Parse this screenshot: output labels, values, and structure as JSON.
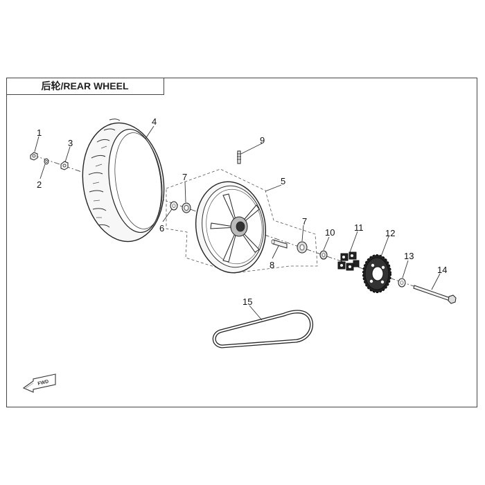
{
  "title": "后轮/REAR WHEEL",
  "fwd_label": "FWD",
  "colors": {
    "line": "#333333",
    "frame": "#444444",
    "part_fill": "#f2f2f2",
    "dark": "#222222"
  },
  "callouts": [
    {
      "id": "1",
      "part": "nut"
    },
    {
      "id": "2",
      "part": "washer"
    },
    {
      "id": "3",
      "part": "nut"
    },
    {
      "id": "4",
      "part": "tire"
    },
    {
      "id": "5",
      "part": "rim-assembly"
    },
    {
      "id": "6",
      "part": "spacer"
    },
    {
      "id": "7",
      "part": "bearing"
    },
    {
      "id": "7",
      "part": "bearing"
    },
    {
      "id": "8",
      "part": "axle-sleeve"
    },
    {
      "id": "9",
      "part": "valve"
    },
    {
      "id": "10",
      "part": "bearing"
    },
    {
      "id": "11",
      "part": "hub-damper"
    },
    {
      "id": "12",
      "part": "sprocket"
    },
    {
      "id": "13",
      "part": "spacer"
    },
    {
      "id": "14",
      "part": "rear-axle"
    },
    {
      "id": "15",
      "part": "belt"
    }
  ]
}
